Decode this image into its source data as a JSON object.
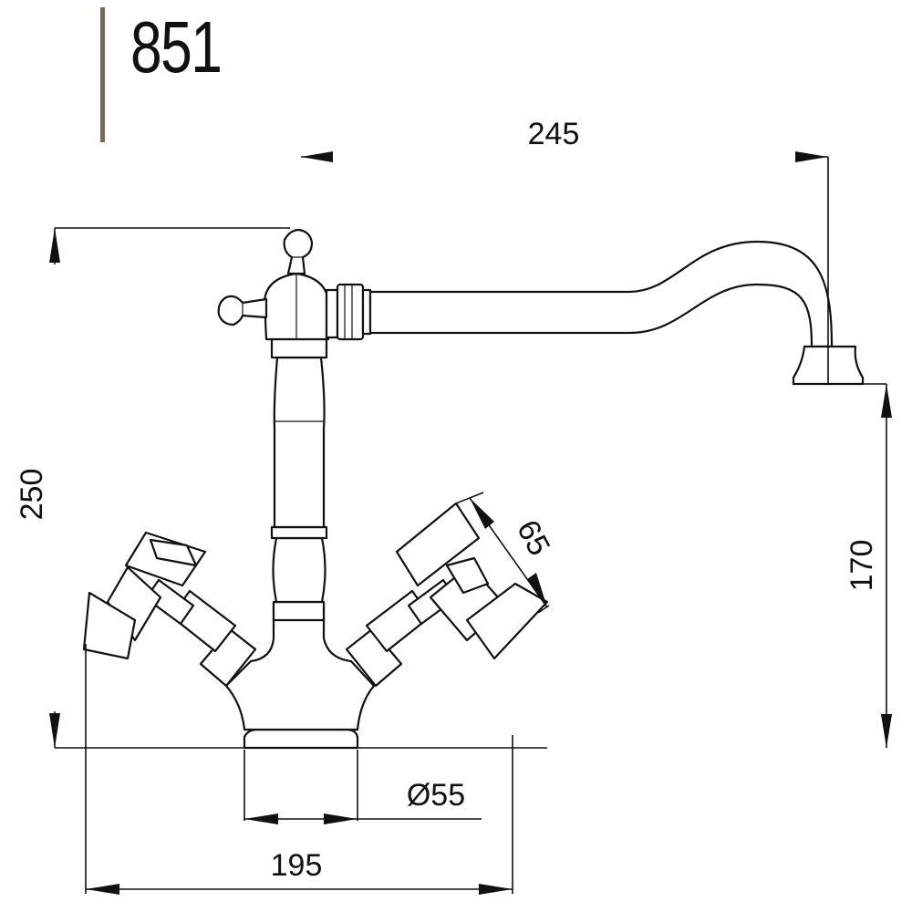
{
  "drawing": {
    "model_number": "851",
    "accent_color": "#7a675c",
    "dimensions": {
      "spout_reach": "245",
      "total_height": "250",
      "spout_height": "170",
      "handle_length": "65",
      "base_diameter": "Ø55",
      "total_width": "195"
    }
  }
}
